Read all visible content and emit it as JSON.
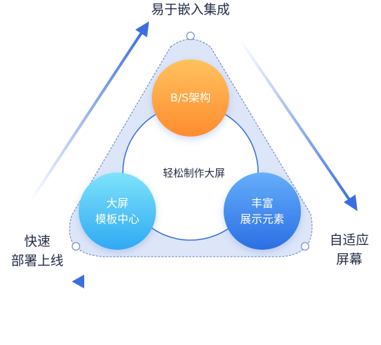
{
  "labels": {
    "top": "易于嵌入集成",
    "left_line1": "快速",
    "left_line2": "部署上线",
    "right_line1": "自适应",
    "right_line2": "屏幕"
  },
  "center": "轻松制作大屏",
  "nodes": {
    "top": "B/S架构",
    "left_line1": "大屏",
    "left_line2": "模板中心",
    "right_line1": "丰富",
    "right_line2": "展示元素"
  },
  "colors": {
    "triangle_fill": "#dde6f8",
    "triangle_stroke": "#7b93cc",
    "arrow_blue": "#3b6fe0",
    "orange_top": "#ffc25e",
    "orange_bottom": "#ff8c2e",
    "cyan_top": "#7ee3fb",
    "cyan_bottom": "#2fa9f2",
    "blue_top": "#64aefa",
    "blue_bottom": "#2c6ee4"
  }
}
